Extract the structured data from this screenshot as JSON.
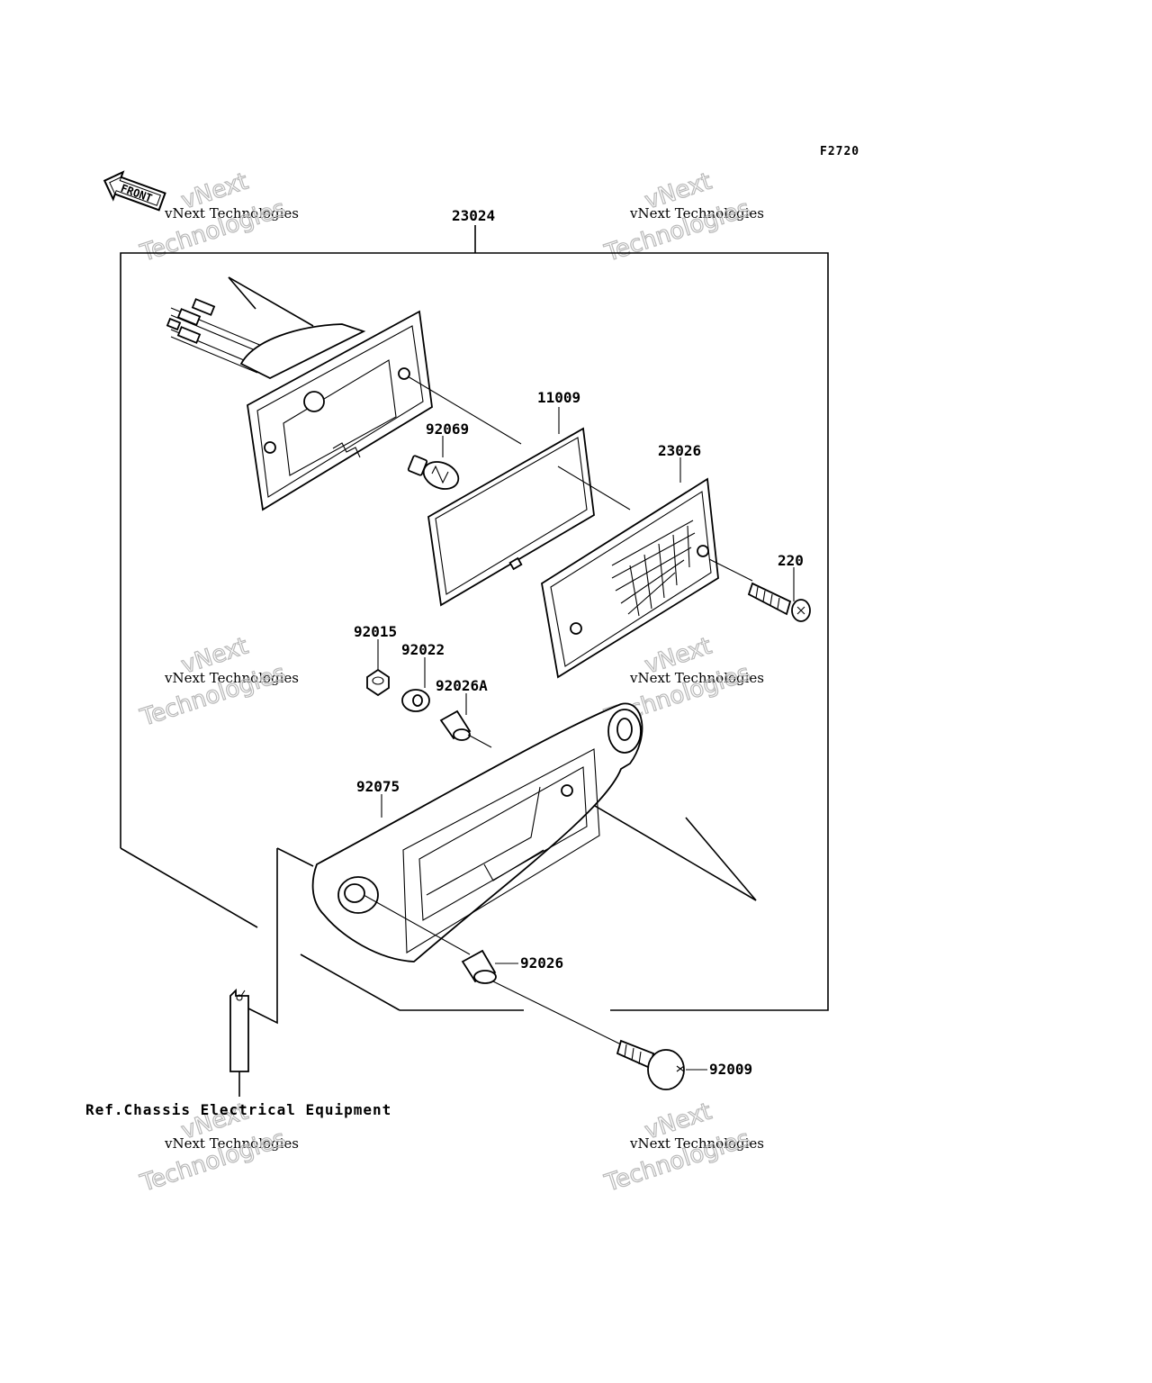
{
  "figure_id": "F2720",
  "front_label": "FRONT",
  "reference_note": "Ref.Chassis Electrical Equipment",
  "watermark": {
    "line1": "vNext Technologies",
    "line2": "vNext",
    "line3": "Technologies"
  },
  "parts": {
    "assembly": "23024",
    "gasket": "11009",
    "bulb": "92069",
    "lens": "23026",
    "screw": "220",
    "nut": "92015",
    "washer": "92022",
    "collar_small": "92026A",
    "bracket": "92075",
    "collar": "92026",
    "bolt": "92009"
  }
}
